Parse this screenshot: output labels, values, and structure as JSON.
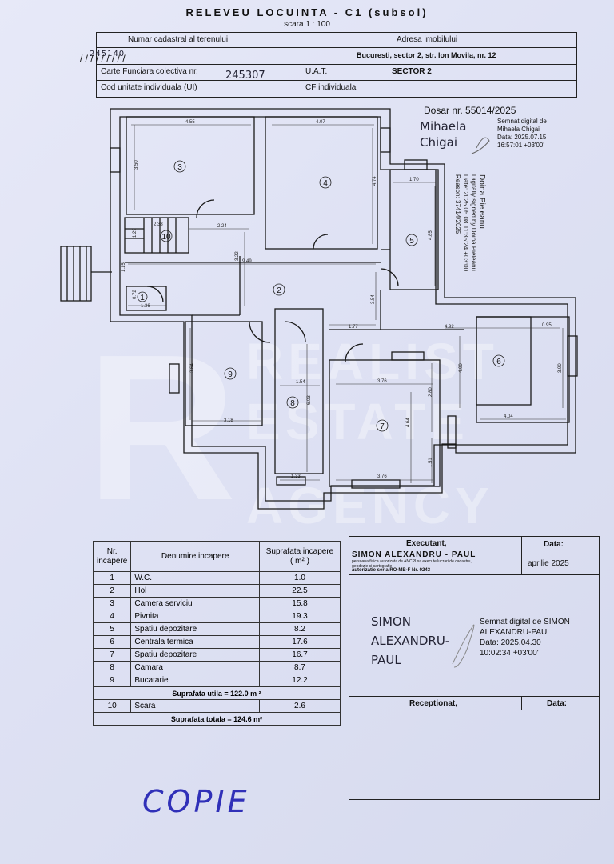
{
  "header": {
    "title": "RELEVEU LOCUINTA - C1 (subsol)",
    "scale": "scara 1 : 100",
    "cadastral_label": "Numar cadastral al terenului",
    "cadastral_value": "245140",
    "address_label": "Adresa imobilului",
    "address_value": "Bucuresti, sector 2, str. Ion Movila, nr. 12",
    "cf_label": "Carte Funciara colectiva nr.",
    "cf_value": "245307",
    "uat_label": "U.A.T.",
    "uat_value": "SECTOR 2",
    "ui_label": "Cod unitate individuala (UI)",
    "cf_ind_label": "CF individuala"
  },
  "dosar": {
    "number": "Dosar nr. 55014/2025",
    "name1": "Mihaela",
    "name2": "Chigai",
    "sig_l1": "Semnat digital de",
    "sig_l2": "Mihaela Chigai",
    "sig_l3": "Data: 2025.07.15",
    "sig_l4": "16:57:01 +03'00'"
  },
  "rotated_sig": {
    "l1": "Doina Pieleanu",
    "l2": "Digitally signed by Doina Pieleanu",
    "l3": "Date: 2025.05.08 11:35:24 +03:00",
    "l4": "Reason: 37414/2025"
  },
  "room_numbers": [
    "1",
    "2",
    "3",
    "4",
    "5",
    "6",
    "7",
    "8",
    "9",
    "10"
  ],
  "dimensions": {
    "d455": "4.55",
    "d407": "4.07",
    "d350": "3.50",
    "d474": "4.74",
    "d170": "1.70",
    "d485": "4.85",
    "d238": "2.38",
    "d224": "2.24",
    "d322": "3.22",
    "d949": "9.49",
    "d115": "1.15",
    "d072": "0.72",
    "d136": "1.36",
    "d354": "3.54",
    "d177": "1.77",
    "d492": "4.92",
    "d095": "0.95",
    "d400": "4.00",
    "d390": "3.90",
    "d404": "4.04",
    "d364": "3.64",
    "d154": "1.54",
    "d603": "6.03",
    "d376a": "3.76",
    "d280": "2.80",
    "d464": "4.64",
    "d151": "1.51",
    "d318": "3.18",
    "d133": "1.33",
    "d376b": "3.76",
    "d129": "1.29"
  },
  "watermark": {
    "line1": "REALIST",
    "line2": "ESTATE",
    "line3": "AGENCY",
    "logo": "R"
  },
  "table": {
    "col_nr": "Nr. incapere",
    "col_name": "Denumire incapere",
    "col_area": "Suprafata incapere",
    "col_unit": "( m² )",
    "rows": [
      {
        "nr": "1",
        "name": "W.C.",
        "area": "1.0"
      },
      {
        "nr": "2",
        "name": "Hol",
        "area": "22.5"
      },
      {
        "nr": "3",
        "name": "Camera serviciu",
        "area": "15.8"
      },
      {
        "nr": "4",
        "name": "Pivnita",
        "area": "19.3"
      },
      {
        "nr": "5",
        "name": "Spatiu depozitare",
        "area": "8.2"
      },
      {
        "nr": "6",
        "name": "Centrala termica",
        "area": "17.6"
      },
      {
        "nr": "7",
        "name": "Spatiu depozitare",
        "area": "16.7"
      },
      {
        "nr": "8",
        "name": "Camara",
        "area": "8.7"
      },
      {
        "nr": "9",
        "name": "Bucatarie",
        "area": "12.2"
      }
    ],
    "useful": "Suprafata utila = 122.0 m ²",
    "row10": {
      "nr": "10",
      "name": "Scara",
      "area": "2.6"
    },
    "total": "Suprafata totala = 124.6 m²"
  },
  "executant": {
    "label": "Executant,",
    "name": "SIMON ALEXANDRU - PAUL",
    "desc1": "persoana fizica autorizata de ANCPI sa execute lucrari de cadastru,",
    "desc2": "geodezie si cartografie",
    "auth": "autorizatie seria RO-MB-F Nr. 0243",
    "date_label": "Data:",
    "date_value": "aprilie 2025",
    "sig_name1": "SIMON",
    "sig_name2": "ALEXANDRU-",
    "sig_name3": "PAUL",
    "sig_l1": "Semnat digital de SIMON",
    "sig_l2": "ALEXANDRU-PAUL",
    "sig_l3": "Data: 2025.04.30",
    "sig_l4": "10:02:34 +03'00'",
    "receptionat": "Receptionat,",
    "data2": "Data:"
  },
  "copie": "COPIE"
}
